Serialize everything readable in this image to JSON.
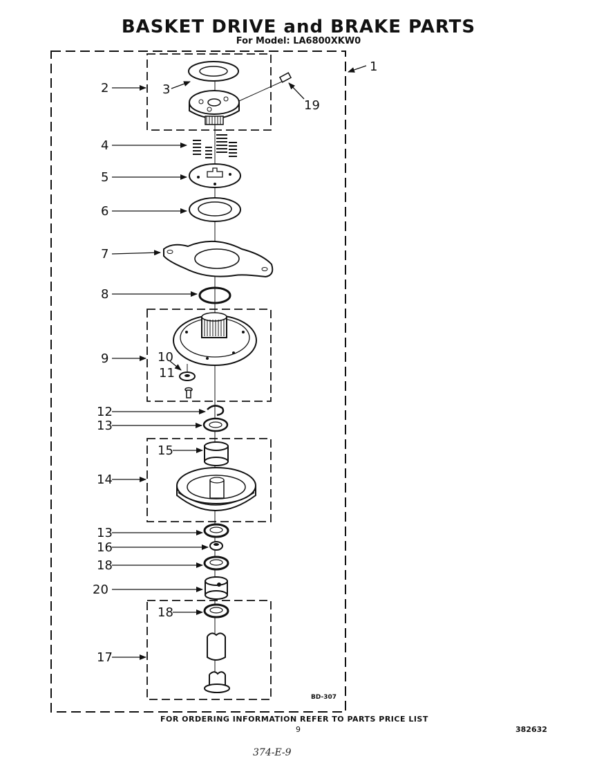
{
  "title": "BASKET DRIVE and BRAKE PARTS",
  "subtitle": "For Model: LA6800XKW0",
  "callouts": [
    "1",
    "2",
    "3",
    "19",
    "4",
    "5",
    "6",
    "7",
    "8",
    "9",
    "10",
    "11",
    "12",
    "13",
    "15",
    "14",
    "13",
    "16",
    "18",
    "20",
    "18",
    "17"
  ],
  "diagram_code": "BD-307",
  "footer": {
    "ordering_note": "FOR ORDERING INFORMATION REFER TO PARTS PRICE LIST",
    "page_number": "9",
    "document_number": "382632",
    "handwritten_note": "374-E-9"
  }
}
